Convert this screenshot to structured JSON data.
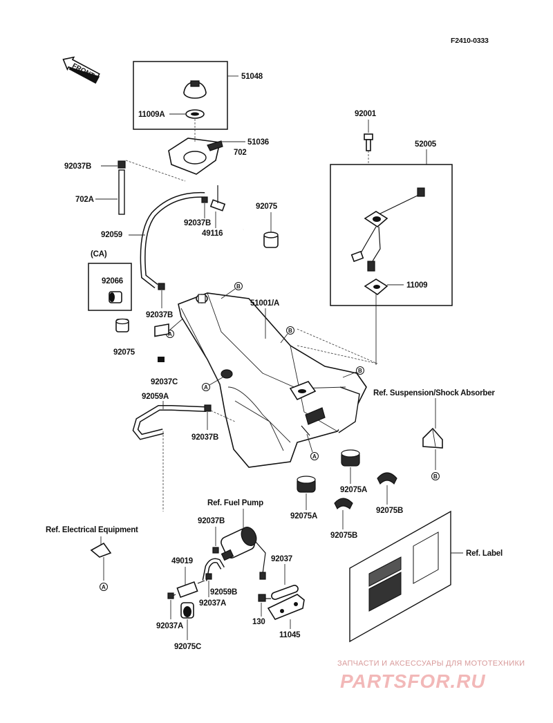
{
  "diagram_code": "F2410-0333",
  "front_arrow": "FRONT",
  "labels": {
    "p51048": "51048",
    "p11009A": "11009A",
    "p51036": "51036",
    "p702": "702",
    "p92037B_a": "92037B",
    "p702A": "702A",
    "p92037B_b": "92037B",
    "p49116": "49116",
    "p92075_a": "92075",
    "p92059": "92059",
    "pCA": "(CA)",
    "p92066": "92066",
    "p92037B_c": "92037B",
    "p92075_b": "92075",
    "p51001A": "51001/A",
    "p92037C": "92037C",
    "p92059A": "92059A",
    "p92037B_d": "92037B",
    "p92001": "92001",
    "p52005": "52005",
    "p11009": "11009",
    "ref_suspension": "Ref. Suspension/Shock Absorber",
    "p92075A_a": "92075A",
    "p92075A_b": "92075A",
    "p92075B_a": "92075B",
    "p92075B_b": "92075B",
    "ref_fuel_pump": "Ref. Fuel Pump",
    "p92037B_e": "92037B",
    "ref_electrical": "Ref. Electrical Equipment",
    "p49019": "49019",
    "p92059B": "92059B",
    "p92037A_a": "92037A",
    "p92037A_b": "92037A",
    "p92037": "92037",
    "p130": "130",
    "p11045": "11045",
    "p92075C": "92075C",
    "ref_label": "Ref. Label"
  },
  "markers": {
    "A": "A",
    "B": "B"
  },
  "watermark": {
    "line1": "ЗАПЧАСТИ И АКСЕССУАРЫ ДЛЯ МОТОТЕХНИКИ",
    "line2": "PARTSFOR.RU"
  }
}
